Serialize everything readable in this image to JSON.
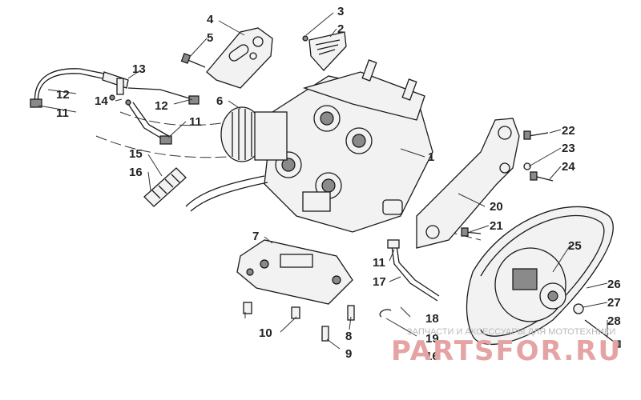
{
  "callouts": [
    {
      "id": "c1",
      "label": "1"
    },
    {
      "id": "c2",
      "label": "2"
    },
    {
      "id": "c3",
      "label": "3"
    },
    {
      "id": "c4",
      "label": "4"
    },
    {
      "id": "c5",
      "label": "5"
    },
    {
      "id": "c6",
      "label": "6"
    },
    {
      "id": "c7",
      "label": "7"
    },
    {
      "id": "c8",
      "label": "8"
    },
    {
      "id": "c9",
      "label": "9"
    },
    {
      "id": "c10",
      "label": "10"
    },
    {
      "id": "c11a",
      "label": "11"
    },
    {
      "id": "c11b",
      "label": "11"
    },
    {
      "id": "c11c",
      "label": "11"
    },
    {
      "id": "c12a",
      "label": "12"
    },
    {
      "id": "c12b",
      "label": "12"
    },
    {
      "id": "c13",
      "label": "13"
    },
    {
      "id": "c14",
      "label": "14"
    },
    {
      "id": "c15",
      "label": "15"
    },
    {
      "id": "c16a",
      "label": "16"
    },
    {
      "id": "c16b",
      "label": "16"
    },
    {
      "id": "c17",
      "label": "17"
    },
    {
      "id": "c18",
      "label": "18"
    },
    {
      "id": "c19",
      "label": "19"
    },
    {
      "id": "c20",
      "label": "20"
    },
    {
      "id": "c21",
      "label": "21"
    },
    {
      "id": "c22",
      "label": "22"
    },
    {
      "id": "c23",
      "label": "23"
    },
    {
      "id": "c24",
      "label": "24"
    },
    {
      "id": "c25",
      "label": "25"
    },
    {
      "id": "c26",
      "label": "26"
    },
    {
      "id": "c27",
      "label": "27"
    },
    {
      "id": "c28",
      "label": "28"
    }
  ],
  "watermark": {
    "tagline": "ЗАПЧАСТИ И АКСЕССУАРЫ ДЛЯ МОТОТЕХНИКИ",
    "brand": "PARTSFOR.RU"
  }
}
